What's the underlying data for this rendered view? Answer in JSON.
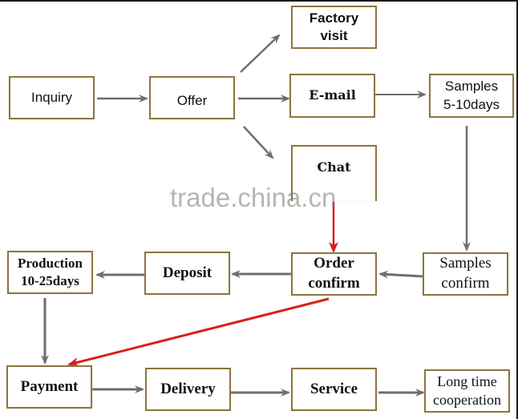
{
  "diagram": {
    "watermark": "trade.china.cn",
    "colors": {
      "box_border": "#8c7540",
      "arrow_gray": "#6e6e6e",
      "arrow_red": "#d81e1e",
      "text": "#111111"
    },
    "nodes": {
      "inquiry": "Inquiry",
      "offer": "Offer",
      "factory_visit": "Factory\nvisit",
      "email": "E-mail",
      "chat": "Chat",
      "samples_days": "Samples\n5-10days",
      "samples_confirm": "Samples\nconfirm",
      "order_confirm": "Order\nconfirm",
      "deposit": "Deposit",
      "production": "Production\n10-25days",
      "payment": "Payment",
      "delivery": "Delivery",
      "service": "Service",
      "long_time": "Long time\ncooperation"
    },
    "edges": [
      {
        "from": "Inquiry",
        "to": "Offer",
        "color": "gray"
      },
      {
        "from": "Offer",
        "to": "Factory visit",
        "color": "gray"
      },
      {
        "from": "Offer",
        "to": "E-mail",
        "color": "gray"
      },
      {
        "from": "Offer",
        "to": "Chat",
        "color": "gray"
      },
      {
        "from": "E-mail",
        "to": "Samples 5-10days",
        "color": "gray"
      },
      {
        "from": "Samples 5-10days",
        "to": "Samples confirm",
        "color": "gray"
      },
      {
        "from": "Chat",
        "to": "Order confirm",
        "color": "red"
      },
      {
        "from": "Samples confirm",
        "to": "Order confirm",
        "color": "gray"
      },
      {
        "from": "Order confirm",
        "to": "Deposit",
        "color": "gray"
      },
      {
        "from": "Deposit",
        "to": "Production 10-25days",
        "color": "gray"
      },
      {
        "from": "Production 10-25days",
        "to": "Payment",
        "color": "gray"
      },
      {
        "from": "Order confirm",
        "to": "Payment",
        "color": "red"
      },
      {
        "from": "Payment",
        "to": "Delivery",
        "color": "gray"
      },
      {
        "from": "Delivery",
        "to": "Service",
        "color": "gray"
      },
      {
        "from": "Service",
        "to": "Long time cooperation",
        "color": "gray"
      }
    ]
  }
}
